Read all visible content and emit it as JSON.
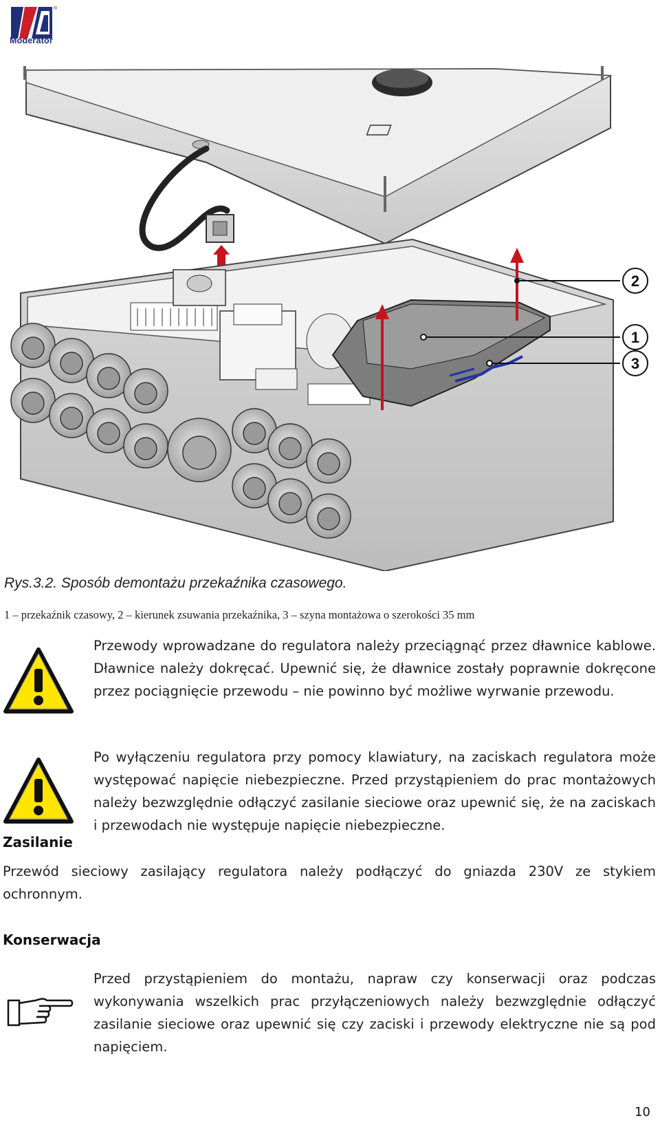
{
  "brand": {
    "logo_text": "Moderator",
    "registered_mark": "®",
    "color": "#1f2f7a",
    "accent": "#cc1f2a"
  },
  "figure": {
    "callouts": [
      "2",
      "1",
      "3"
    ],
    "caption_title": "Rys.3.2. Sposób demontażu przekaźnika czasowego.",
    "caption_legend": "1 – przekaźnik czasowy, 2 – kierunek zsuwania przekaźnika, 3 – szyna montażowa o szerokości 35 mm"
  },
  "warnings": [
    {
      "icon": "warning-triangle-icon",
      "text": "Przewody wprowadzane do regulatora należy przeciągnąć przez dławnice kablowe. Dławnice należy dokręcać. Upewnić się, że dławnice zostały poprawnie dokręcone przez pociągnięcie przewodu – nie powinno być możliwe wyrwanie przewodu."
    },
    {
      "icon": "warning-triangle-icon",
      "text": "Po wyłączeniu regulatora przy pomocy klawiatury, na zaciskach regulatora może występować napięcie niebezpieczne. Przed przystąpieniem do prac montażowych należy bezwzględnie odłączyć zasilanie sieciowe oraz upewnić się, że na zaciskach i przewodach nie występuje napięcie niebezpieczne."
    }
  ],
  "sections": {
    "power": {
      "heading": "Zasilanie",
      "text": "Przewód sieciowy zasilający regulatora należy podłączyć do gniazda 230V ze stykiem ochronnym."
    },
    "maintenance": {
      "heading": "Konserwacja",
      "icon": "pointing-hand-icon",
      "text": "Przed przystąpieniem do montażu, napraw czy konserwacji oraz podczas wykonywania wszelkich prac przyłączeniowych należy bezwzględnie odłączyć zasilanie sieciowe oraz upewnić się czy zaciski i przewody elektryczne nie są pod napięciem."
    }
  },
  "page_number": "10",
  "colors": {
    "warning_fill": "#ffe500",
    "warning_stroke": "#111111",
    "arrow_red": "#c8141e",
    "rail_blue": "#2233aa"
  }
}
